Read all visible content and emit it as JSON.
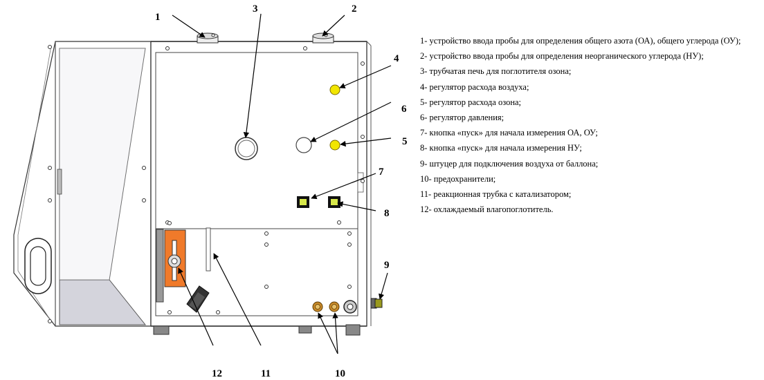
{
  "callouts": [
    "1",
    "2",
    "3",
    "4",
    "5",
    "6",
    "7",
    "8",
    "9",
    "10",
    "11",
    "12"
  ],
  "legend": [
    "1-   устройство ввода пробы для определения общего азота (ОА), общего углерода (ОУ);",
    "2-   устройство ввода пробы для определения неорганического углерода (НУ);",
    "3-   трубчатая печь для поглотителя озона;",
    "4-   регулятор расхода воздуха;",
    "5-   регулятор расхода озона;",
    "6-   регулятор давления;",
    "7-   кнопка «пуск» для начала измерения ОА, ОУ;",
    "8-   кнопка «пуск» для начала измерения НУ;",
    "9-   штуцер для подключения воздуха от баллона;",
    "10- предохранители;",
    "11- реакционная трубка с катализатором;",
    "12- охлаждаемый влагопоглотитель."
  ],
  "colors": {
    "knob_yellow": "#f2e600",
    "button_green": "#d7e84a",
    "trap_orange": "#f07a2a",
    "fuse_brass": "#c98a2a",
    "fitting_olive": "#9a9a1e",
    "panel_shade": "#d4d4dc"
  }
}
